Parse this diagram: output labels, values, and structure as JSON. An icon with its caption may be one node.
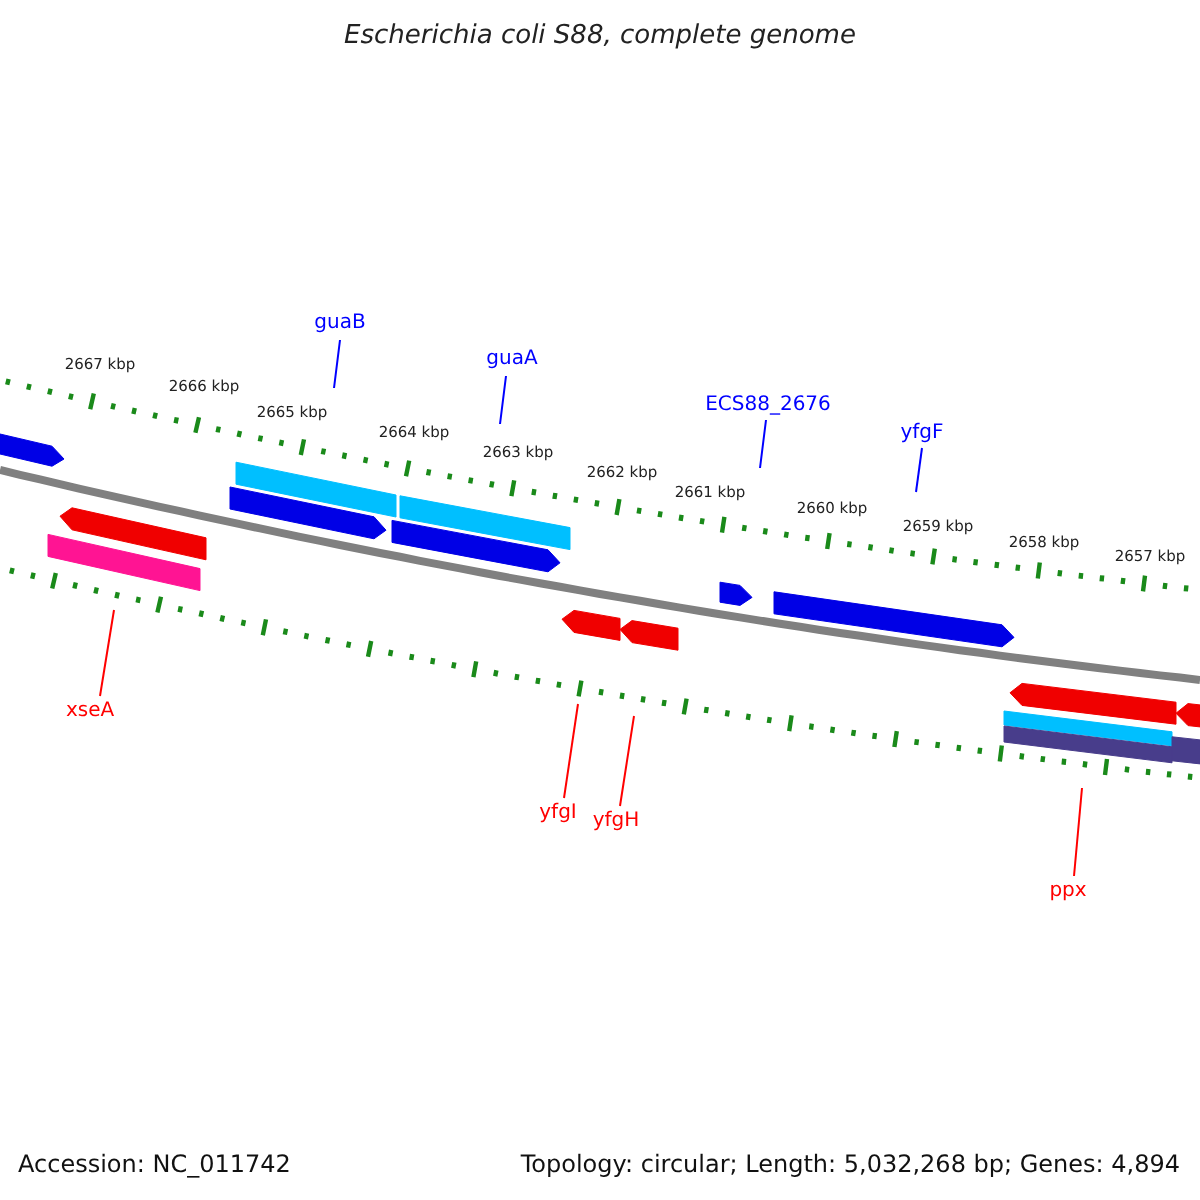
{
  "diagram": {
    "title": "Escherichia coli S88, complete genome",
    "nodes": [
      {
        "text": [
          "guaB"
        ]
      },
      {
        "text": [
          "guaA"
        ]
      },
      {
        "text": [
          "ECS88_2676"
        ]
      },
      {
        "text": [
          "yfgF"
        ]
      },
      {
        "text": [
          "xseA"
        ]
      },
      {
        "text": [
          "yfgI"
        ]
      },
      {
        "text": [
          "yfgH"
        ]
      },
      {
        "text": [
          "ppx"
        ]
      }
    ],
    "edges": [
      {
        "from": 0,
        "to": null,
        "arrow": "none"
      },
      {
        "from": 1,
        "to": null,
        "arrow": "none"
      },
      {
        "from": 2,
        "to": null,
        "arrow": "none"
      },
      {
        "from": 3,
        "to": null,
        "arrow": "none"
      },
      {
        "from": 4,
        "to": null,
        "arrow": "none",
        "color": "#ff0000"
      },
      {
        "from": 5,
        "to": null,
        "arrow": "none",
        "color": "#ff0000"
      },
      {
        "from": 6,
        "to": null,
        "arrow": "none",
        "color": "#ff0000"
      },
      {
        "from": 7,
        "to": null,
        "arrow": "none",
        "color": "#ff0000"
      }
    ],
    "labels": [
      "2667 kbp",
      "2666 kbp",
      "2665 kbp",
      "2664 kbp",
      "2663 kbp",
      "2662 kbp",
      "2661 kbp",
      "2660 kbp",
      "2659 kbp",
      "2658 kbp",
      "2657 kbp",
      "Accession: NC_011742",
      "Topology: circular; Length: 5,032,268 bp; Genes: 4,894"
    ]
  }
}
